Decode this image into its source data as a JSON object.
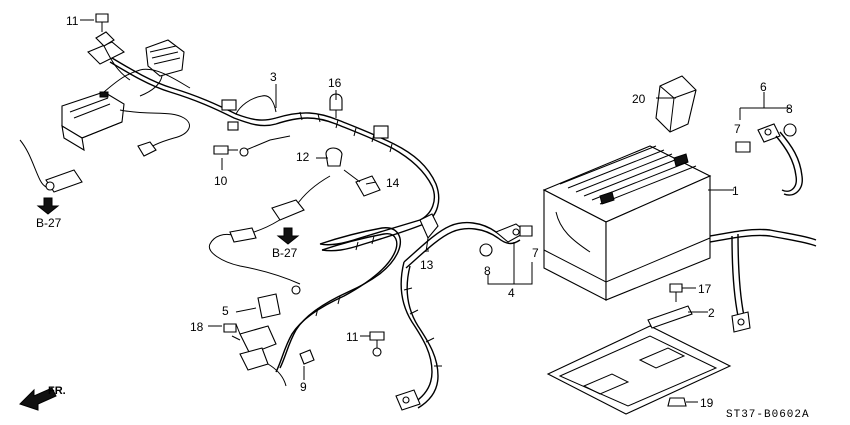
{
  "callouts": {
    "c1": "1",
    "c2": "2",
    "c3": "3",
    "c4": "4",
    "c5": "5",
    "c6": "6",
    "c7a": "7",
    "c7b": "7",
    "c8a": "8",
    "c8b": "8",
    "c9": "9",
    "c10": "10",
    "c11a": "11",
    "c11b": "11",
    "c12": "12",
    "c13": "13",
    "c14": "14",
    "c16": "16",
    "c17": "17",
    "c18": "18",
    "c19": "19",
    "c20": "20"
  },
  "references": {
    "ref_a": "B-27",
    "ref_b": "B-27"
  },
  "direction_label": "FR.",
  "diagram_code": "ST37-B0602A"
}
